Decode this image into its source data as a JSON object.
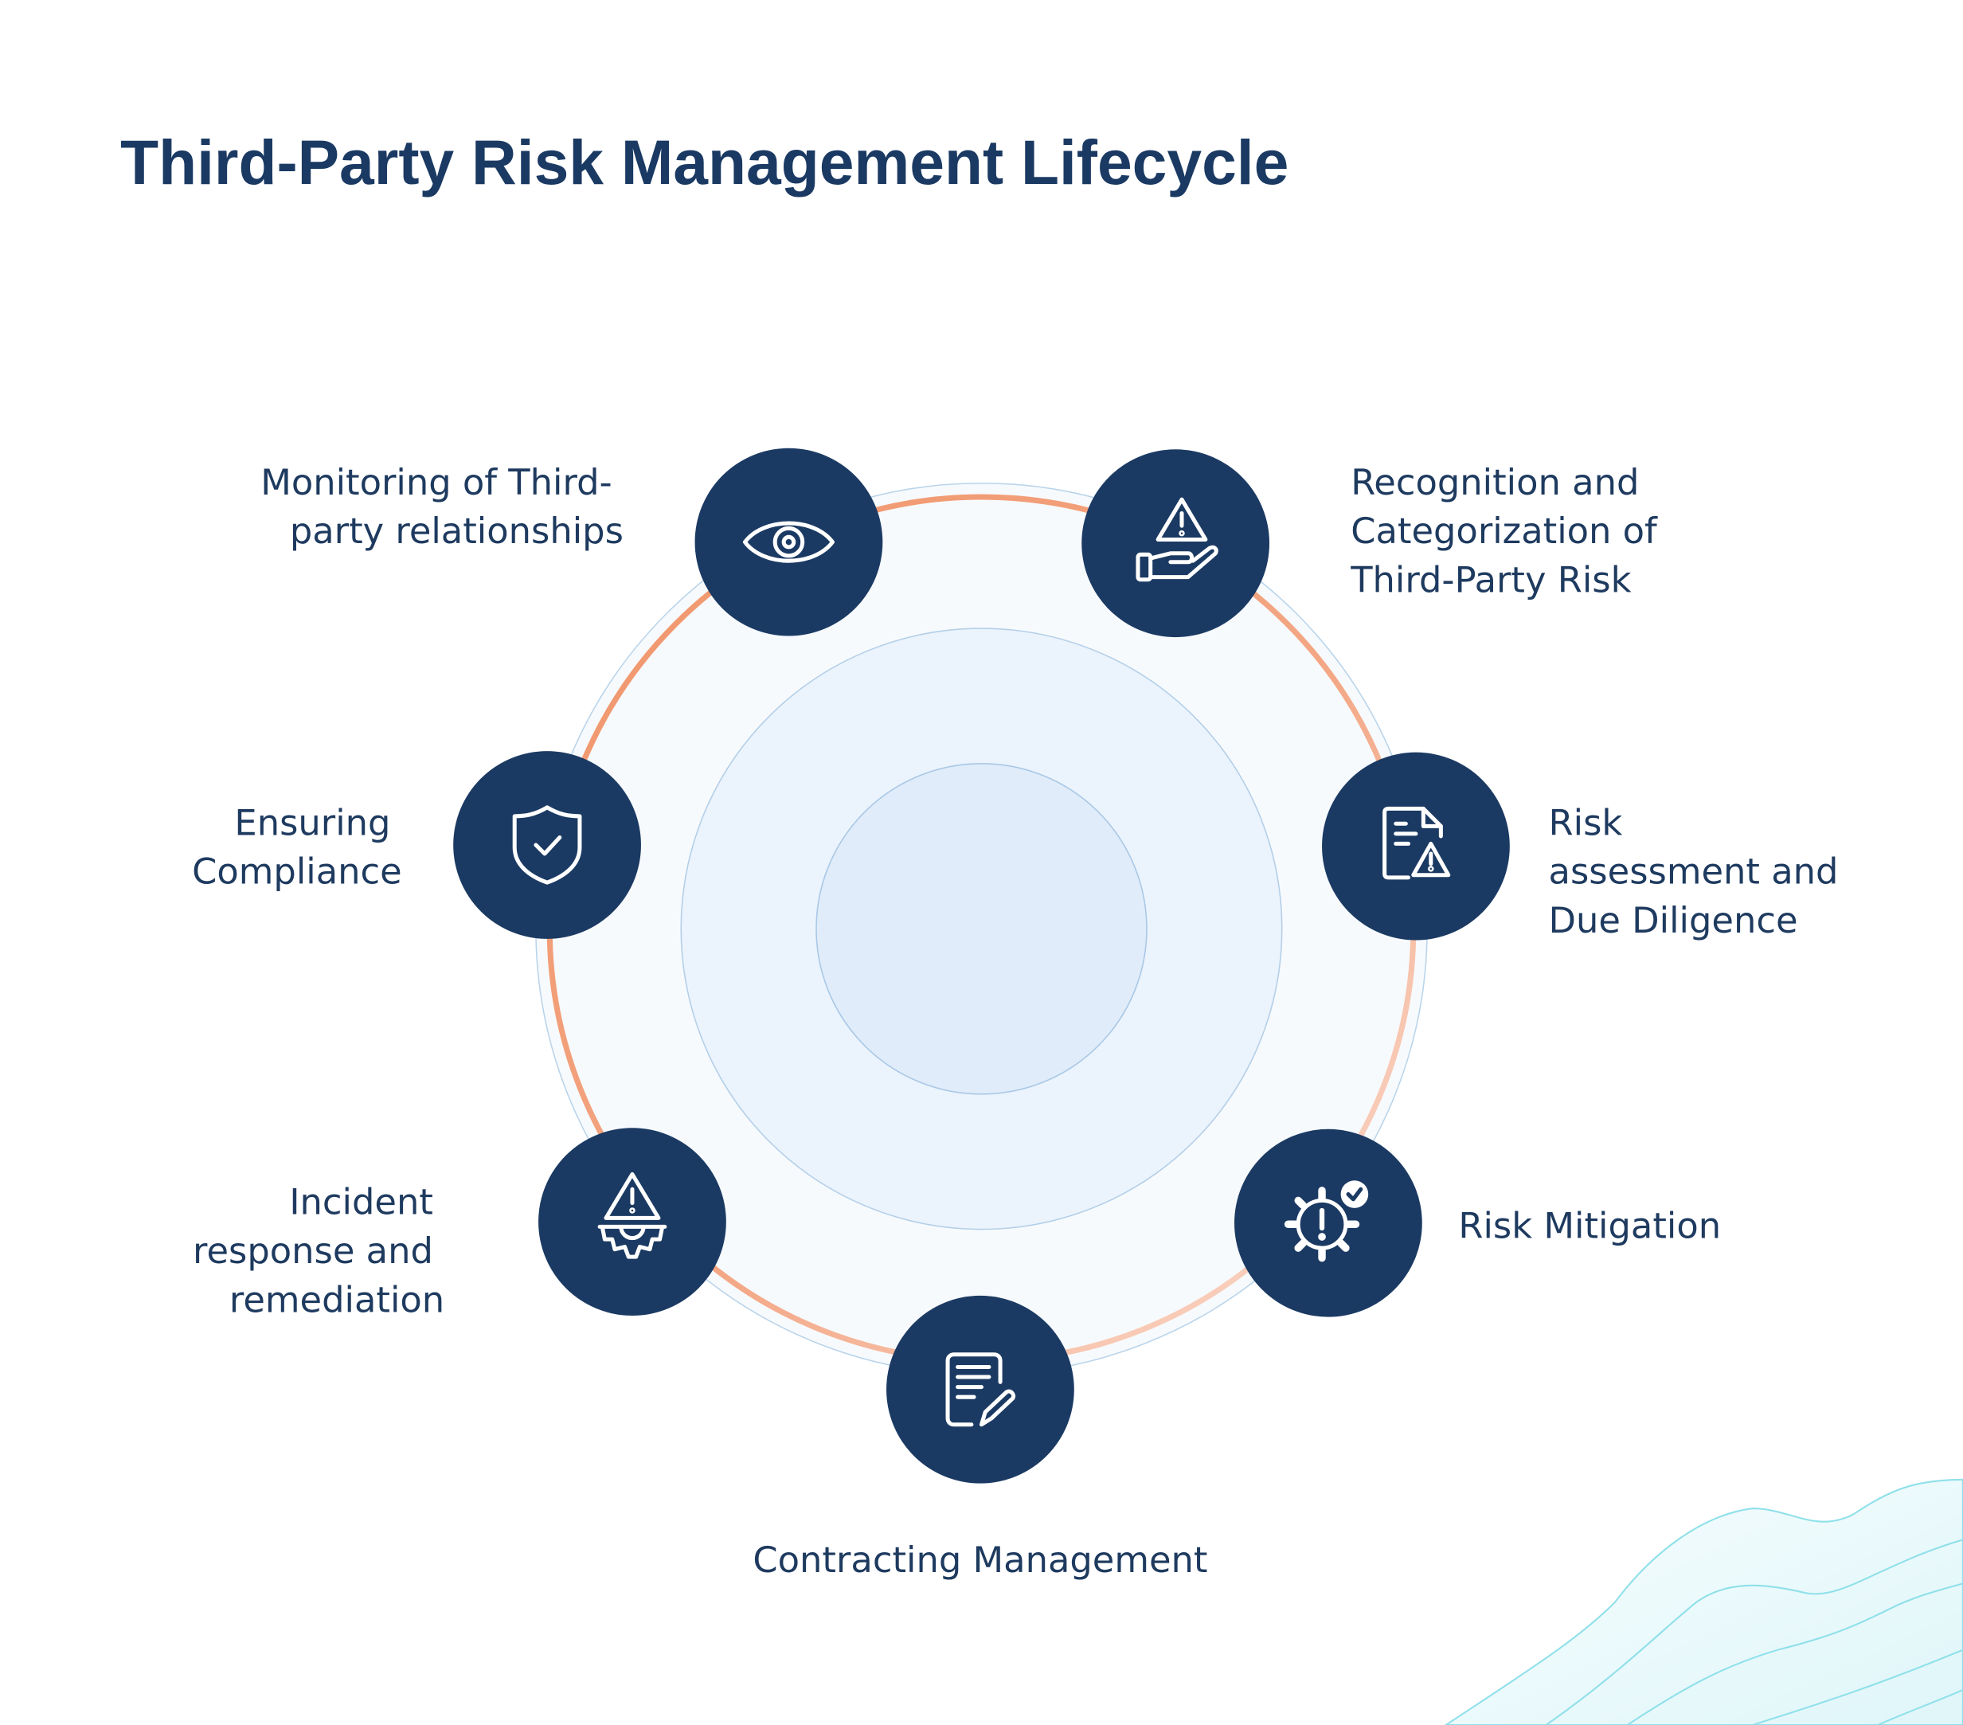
{
  "title": "Third-Party Risk Management Lifecycle",
  "colors": {
    "node": "#1b3a63",
    "ring": "#f0956a",
    "text": "#1e3a5f",
    "wave": "#8ee0ea"
  },
  "stages": [
    {
      "icon": "eye-icon",
      "lines": [
        "Monitoring of Third-",
        "party relationships"
      ]
    },
    {
      "icon": "hand-warning-icon",
      "lines": [
        "Recognition and",
        "Categorization of",
        "Third-Party Risk"
      ]
    },
    {
      "icon": "document-warning-icon",
      "lines": [
        "Risk",
        "assessment and",
        "Due Diligence"
      ]
    },
    {
      "icon": "gear-check-icon",
      "lines": [
        "Risk Mitigation"
      ]
    },
    {
      "icon": "document-edit-icon",
      "lines": [
        "Contracting Management"
      ]
    },
    {
      "icon": "warning-gear-icon",
      "lines": [
        "Incident",
        "response and",
        "remediation"
      ]
    },
    {
      "icon": "shield-check-icon",
      "lines": [
        "Ensuring",
        "Compliance"
      ]
    }
  ]
}
